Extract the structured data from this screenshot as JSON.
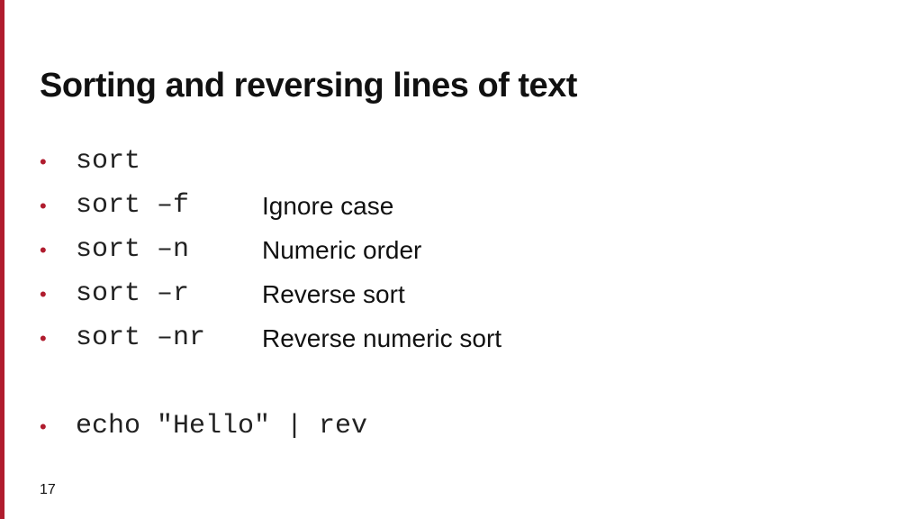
{
  "slide": {
    "title": "Sorting and reversing lines of text",
    "accent_color": "#b01c2e",
    "bullet_glyph": "•",
    "items": [
      {
        "command": "sort",
        "description": ""
      },
      {
        "command": "sort –f",
        "description": "Ignore case"
      },
      {
        "command": "sort –n",
        "description": "Numeric order"
      },
      {
        "command": "sort –r",
        "description": "Reverse sort"
      },
      {
        "command": "sort –nr",
        "description": "Reverse numeric sort"
      }
    ],
    "extra_item": {
      "command": "echo \"Hello\" | rev"
    },
    "page_number": "17"
  }
}
